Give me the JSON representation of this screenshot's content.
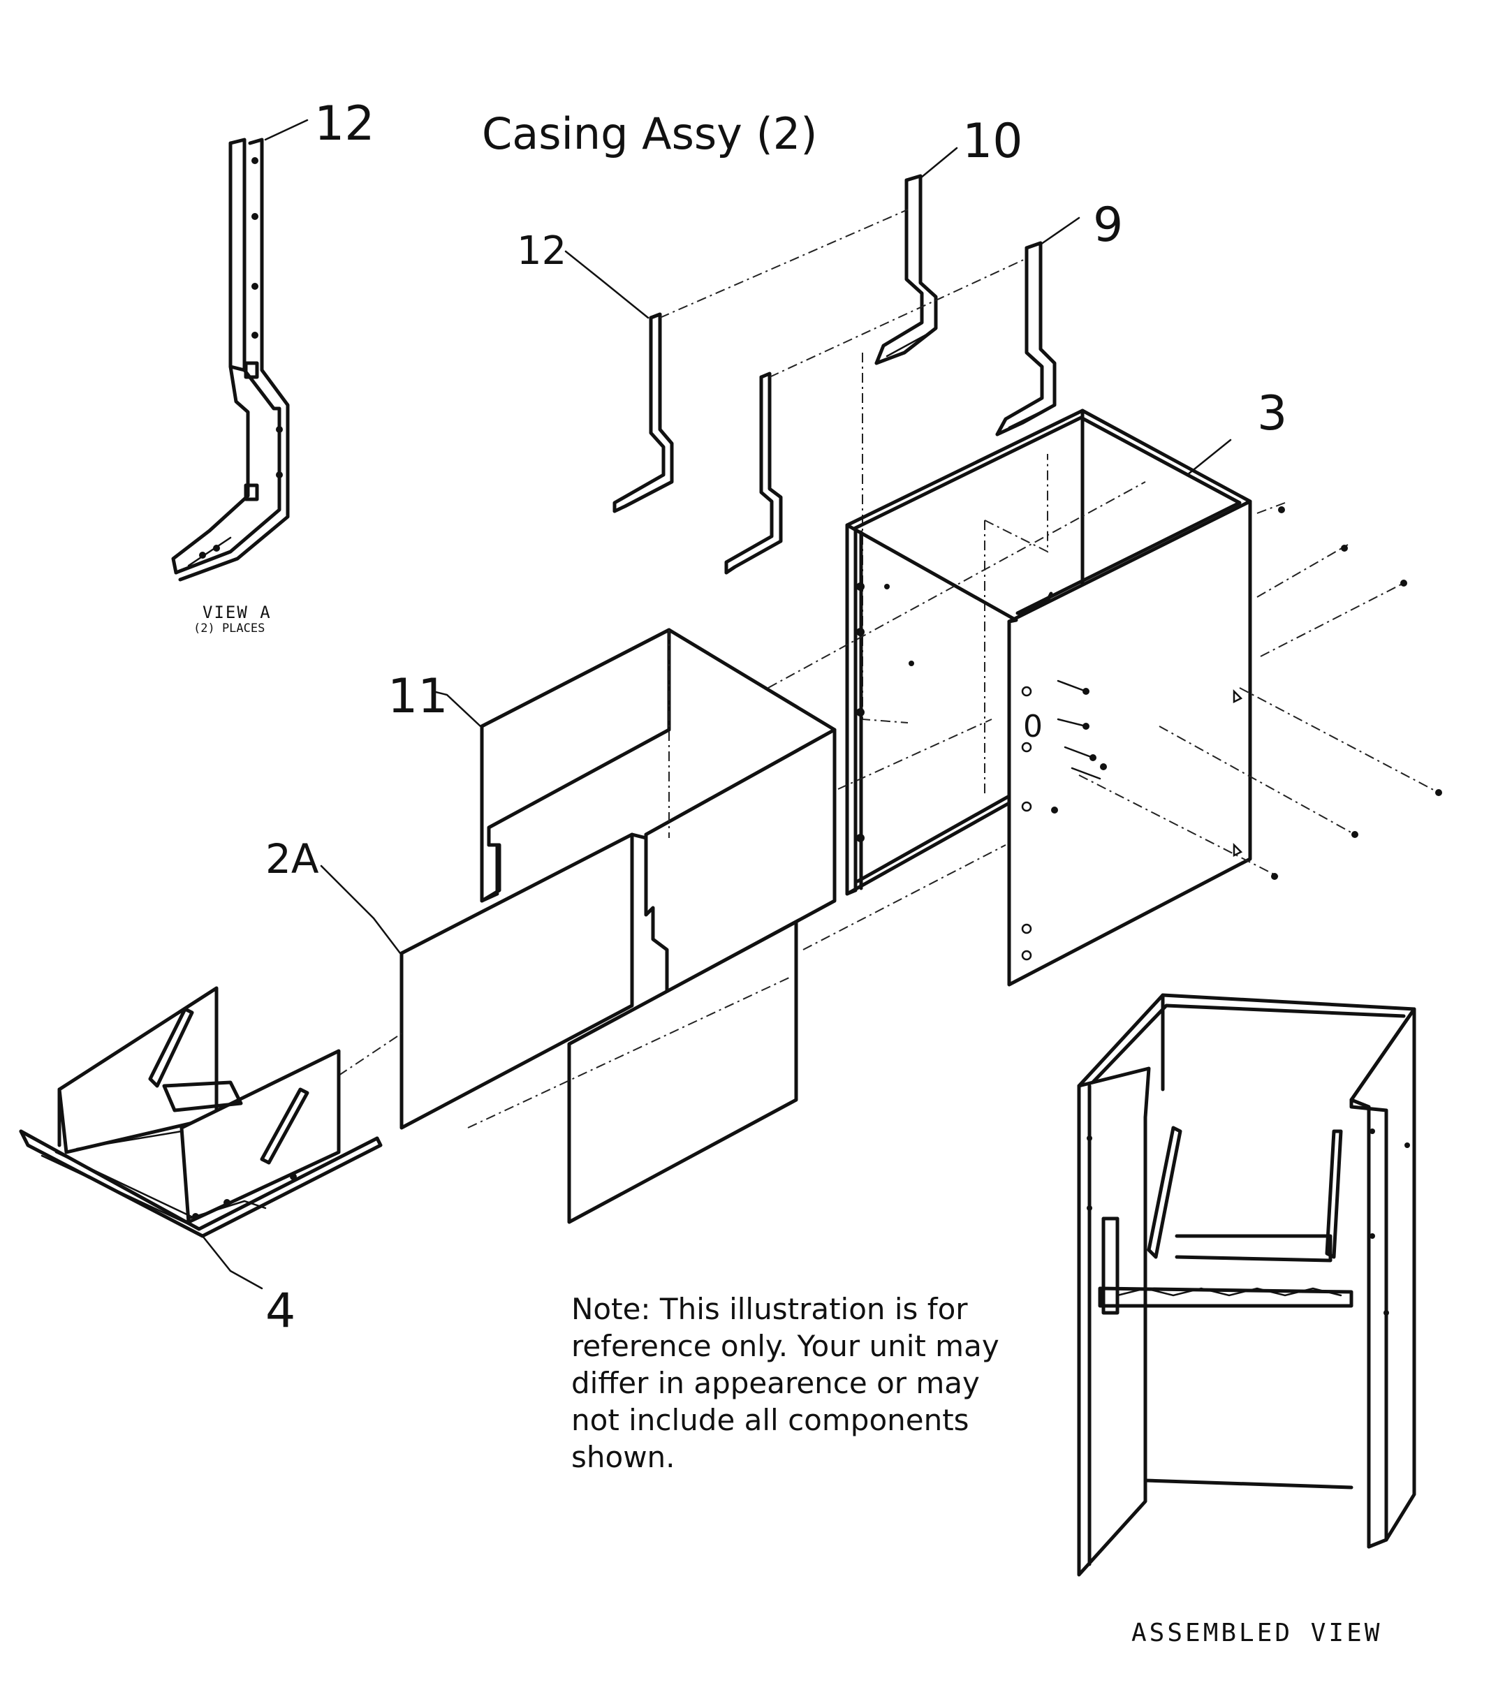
{
  "title": "Casing Assy (2)",
  "callouts": {
    "c12_top": "12",
    "c12_mid": "12",
    "c10": "10",
    "c9": "9",
    "c3": "3",
    "c11": "11",
    "c2a": "2A",
    "c4": "4"
  },
  "view_a": {
    "title": "VIEW A",
    "subtitle": "(2) PLACES"
  },
  "assembled_view_label": "ASSEMBLED VIEW",
  "note": "Note: This illustration is for reference only. Your unit may differ in appearence or may not include all components shown."
}
